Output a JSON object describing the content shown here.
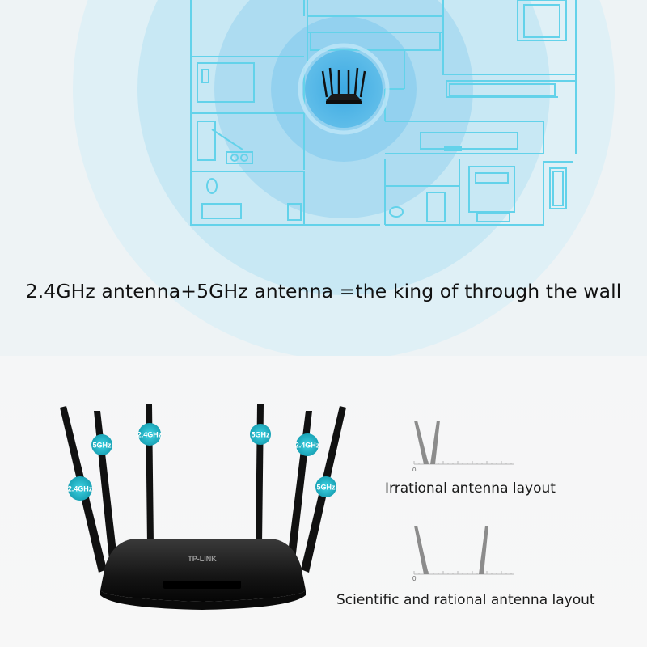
{
  "headline": "2.4GHz antenna+5GHz antenna =the king of through the wall",
  "router": {
    "brand": "TP-LINK",
    "antenna_labels": [
      "2.4GHz",
      "5GHz",
      "2.4GHz",
      "5GHz",
      "2.4GHz",
      "5GHz"
    ]
  },
  "comparison": {
    "irrational": {
      "caption": "Irrational antenna layout",
      "zero_label": "0"
    },
    "scientific": {
      "caption": "Scientific and rational antenna layout",
      "zero_label": "0"
    }
  },
  "colors": {
    "accent_teal": "#22b5c8",
    "plan_lines": "#5fd0e8",
    "signal_blue": "#9ad4ec"
  }
}
